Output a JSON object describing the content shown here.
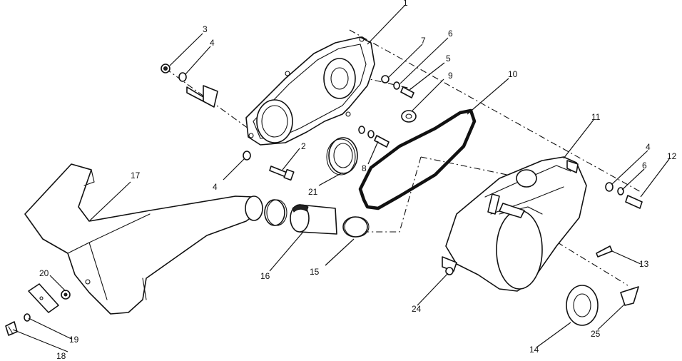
{
  "callouts": {
    "c1": "1",
    "c2": "2",
    "c3": "3",
    "c4a": "4",
    "c4b": "4",
    "c4c": "4",
    "c5": "5",
    "c6a": "6",
    "c6b": "6",
    "c7": "7",
    "c8": "8",
    "c9": "9",
    "c10": "10",
    "c11": "11",
    "c12": "12",
    "c13": "13",
    "c14": "14",
    "c15": "15",
    "c16": "16",
    "c17": "17",
    "c18": "18",
    "c19": "19",
    "c20": "20",
    "c21": "21",
    "c24": "24",
    "c25": "25"
  }
}
